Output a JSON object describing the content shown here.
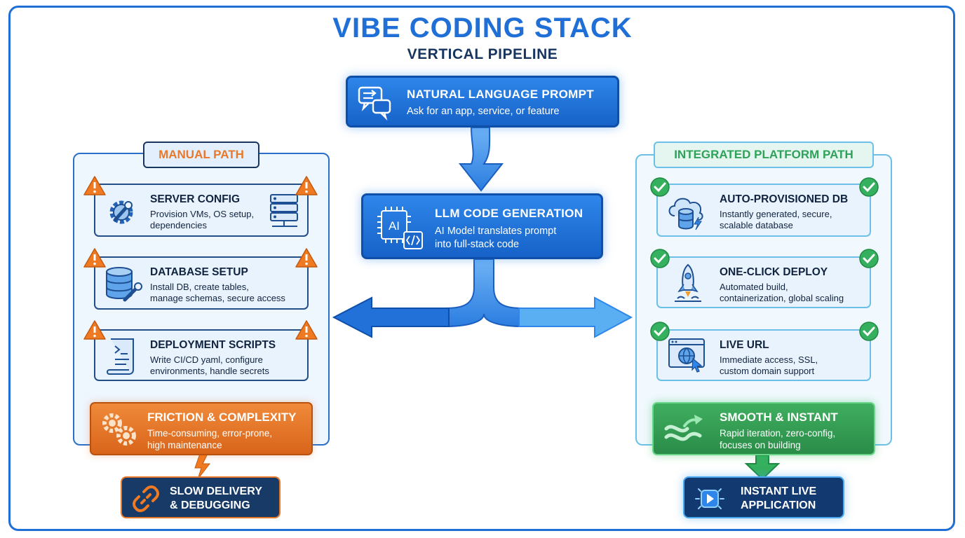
{
  "header": {
    "title": "VIBE CODING STACK",
    "subtitle": "VERTICAL PIPELINE"
  },
  "prompt": {
    "heading": "NATURAL LANGUAGE PROMPT",
    "desc": "Ask for an app, service, or feature"
  },
  "llm": {
    "heading": "LLM CODE GENERATION",
    "desc": [
      "AI Model translates prompt",
      "into full-stack code"
    ],
    "chip_label": "AI"
  },
  "manual": {
    "tab": "MANUAL PATH",
    "steps": [
      {
        "heading": "SERVER CONFIG",
        "desc": [
          "Provision VMs, OS setup,",
          "dependencies"
        ],
        "icon": "gear-wrench-icon"
      },
      {
        "heading": "DATABASE SETUP",
        "desc": [
          "Install DB, create tables,",
          "manage schemas, secure access"
        ],
        "icon": "database-wrench-icon"
      },
      {
        "heading": "DEPLOYMENT SCRIPTS",
        "desc": [
          "Write CI/CD yaml, configure",
          "environments, handle secrets"
        ],
        "icon": "script-scroll-icon"
      }
    ],
    "friction": {
      "heading": "FRICTION & COMPLEXITY",
      "desc": [
        "Time-consuming, error-prone,",
        "high maintenance"
      ]
    },
    "result": [
      "SLOW DELIVERY",
      "& DEBUGGING"
    ]
  },
  "platform": {
    "tab": "INTEGRATED PLATFORM PATH",
    "steps": [
      {
        "heading": "AUTO-PROVISIONED DB",
        "desc": [
          "Instantly generated, secure,",
          "scalable database"
        ],
        "icon": "cloud-database-icon"
      },
      {
        "heading": "ONE-CLICK DEPLOY",
        "desc": [
          "Automated build,",
          "containerization, global scaling"
        ],
        "icon": "rocket-icon"
      },
      {
        "heading": "LIVE URL",
        "desc": [
          "Immediate access, SSL,",
          "custom domain support"
        ],
        "icon": "globe-browser-icon"
      }
    ],
    "smooth": {
      "heading": "SMOOTH & INSTANT",
      "desc": [
        "Rapid iteration, zero-config,",
        "focuses on building"
      ]
    },
    "result": [
      "INSTANT LIVE",
      "APPLICATION"
    ]
  },
  "colors": {
    "primary": "#1f6fd6",
    "navy": "#17355e",
    "orange": "#e8792a",
    "green": "#2fa25a",
    "panel_blue": "#2a6fc9",
    "panel_teal": "#6cc0e8"
  }
}
